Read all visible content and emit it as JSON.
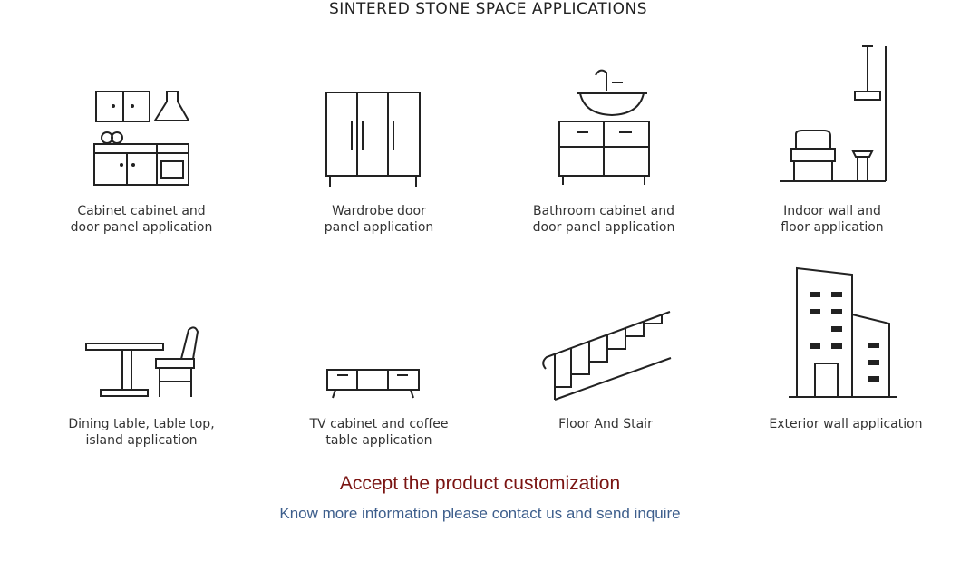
{
  "title": "SINTERED STONE SPACE APPLICATIONS",
  "applications": [
    {
      "icon": "kitchen-cabinet-icon",
      "line1": "Cabinet cabinet and",
      "line2": "door panel application"
    },
    {
      "icon": "wardrobe-icon",
      "line1": "Wardrobe door",
      "line2": "panel application"
    },
    {
      "icon": "bathroom-cabinet-icon",
      "line1": "Bathroom cabinet and",
      "line2": "door panel application"
    },
    {
      "icon": "indoor-wall-floor-icon",
      "line1": "Indoor wall and",
      "line2": "floor application"
    },
    {
      "icon": "dining-table-icon",
      "line1": "Dining table, table top,",
      "line2": "island application"
    },
    {
      "icon": "tv-cabinet-icon",
      "line1": "TV cabinet and coffee",
      "line2": "table application"
    },
    {
      "icon": "staircase-icon",
      "line1": "Floor And Stair",
      "line2": ""
    },
    {
      "icon": "building-exterior-icon",
      "line1": "Exterior wall application",
      "line2": ""
    }
  ],
  "cta": {
    "headline": "Accept the product customization",
    "subline": "Know more information please contact us and send inquire"
  },
  "colors": {
    "headline": "#7a1412",
    "subline": "#3d5e8c",
    "line_art": "#222222"
  }
}
